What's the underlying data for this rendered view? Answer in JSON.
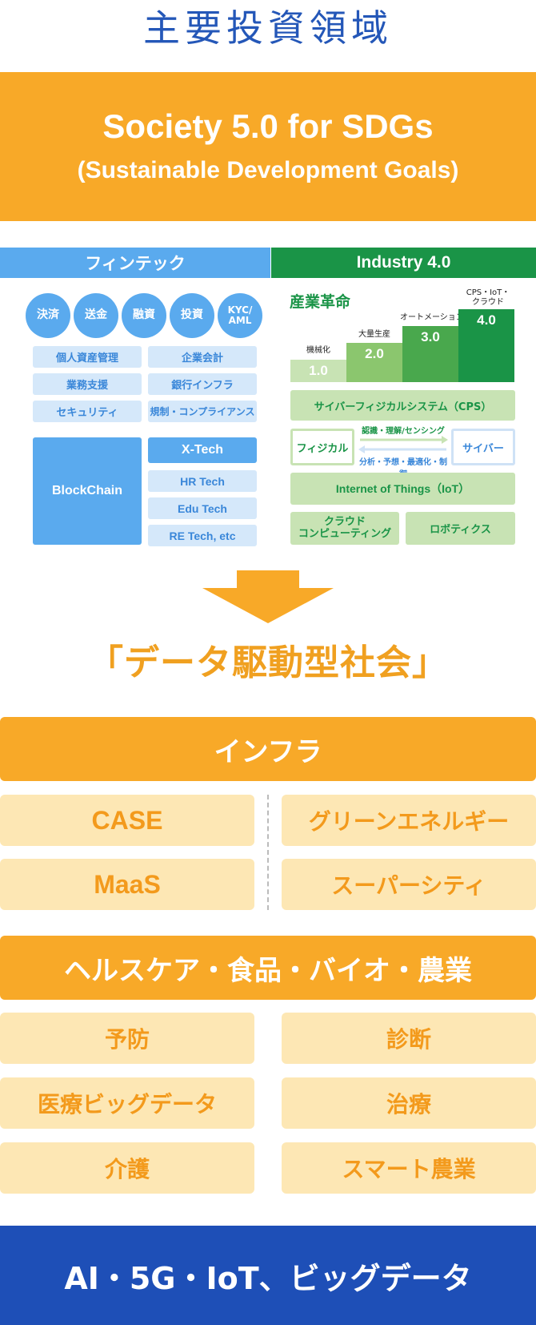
{
  "title": "主要投資領域",
  "sdgs": {
    "line1": "Society 5.0 for SDGs",
    "line2": "(Sustainable Development Goals)"
  },
  "fintech": {
    "header": "フィンテック",
    "circles": [
      "決済",
      "送金",
      "融資",
      "投資",
      "KYC/\nAML"
    ],
    "boxes": [
      "個人資産管理",
      "企業会計",
      "業務支援",
      "銀行インフラ",
      "セキュリティ",
      "規制・コンプライアンス"
    ],
    "blockchain": "BlockChain",
    "xtech": "X-Tech",
    "xtech_items": [
      "HR Tech",
      "Edu Tech",
      "RE Tech, etc"
    ]
  },
  "industry": {
    "header": "Industry 4.0",
    "revolution_title": "産業革命",
    "stages": [
      {
        "label": "機械化",
        "value": "1.0"
      },
      {
        "label": "大量生産",
        "value": "2.0"
      },
      {
        "label": "オートメーション",
        "value": "3.0"
      },
      {
        "label": "CPS・IoT・\nクラウド",
        "value": "4.0"
      }
    ],
    "cps": "サイバーフィジカルシステム（CPS）",
    "physical": "フィジカル",
    "cyber": "サイバー",
    "arrow_top": "認識・理解/センシング",
    "arrow_bottom": "分析・予想・最適化・制御",
    "iot": "Internet of Things（IoT）",
    "cloud": "クラウド\nコンピューティング",
    "robotics": "ロボティクス"
  },
  "data_society": "「データ駆動型社会」",
  "infra": {
    "header": "インフラ",
    "items": [
      "CASE",
      "グリーンエネルギー",
      "MaaS",
      "スーパーシティ"
    ]
  },
  "health": {
    "header": "ヘルスケア・食品・バイオ・農業",
    "items": [
      "予防",
      "診断",
      "医療ビッグデータ",
      "治療",
      "介護",
      "スマート農業"
    ]
  },
  "footer": "AI・5G・IoT、ビッグデータ",
  "colors": {
    "title_blue": "#2457b8",
    "orange": "#f8a928",
    "light_orange": "#fde7b4",
    "fintech_blue": "#5aaaee",
    "industry_green": "#1a9447",
    "footer_blue": "#1e4fb7"
  }
}
